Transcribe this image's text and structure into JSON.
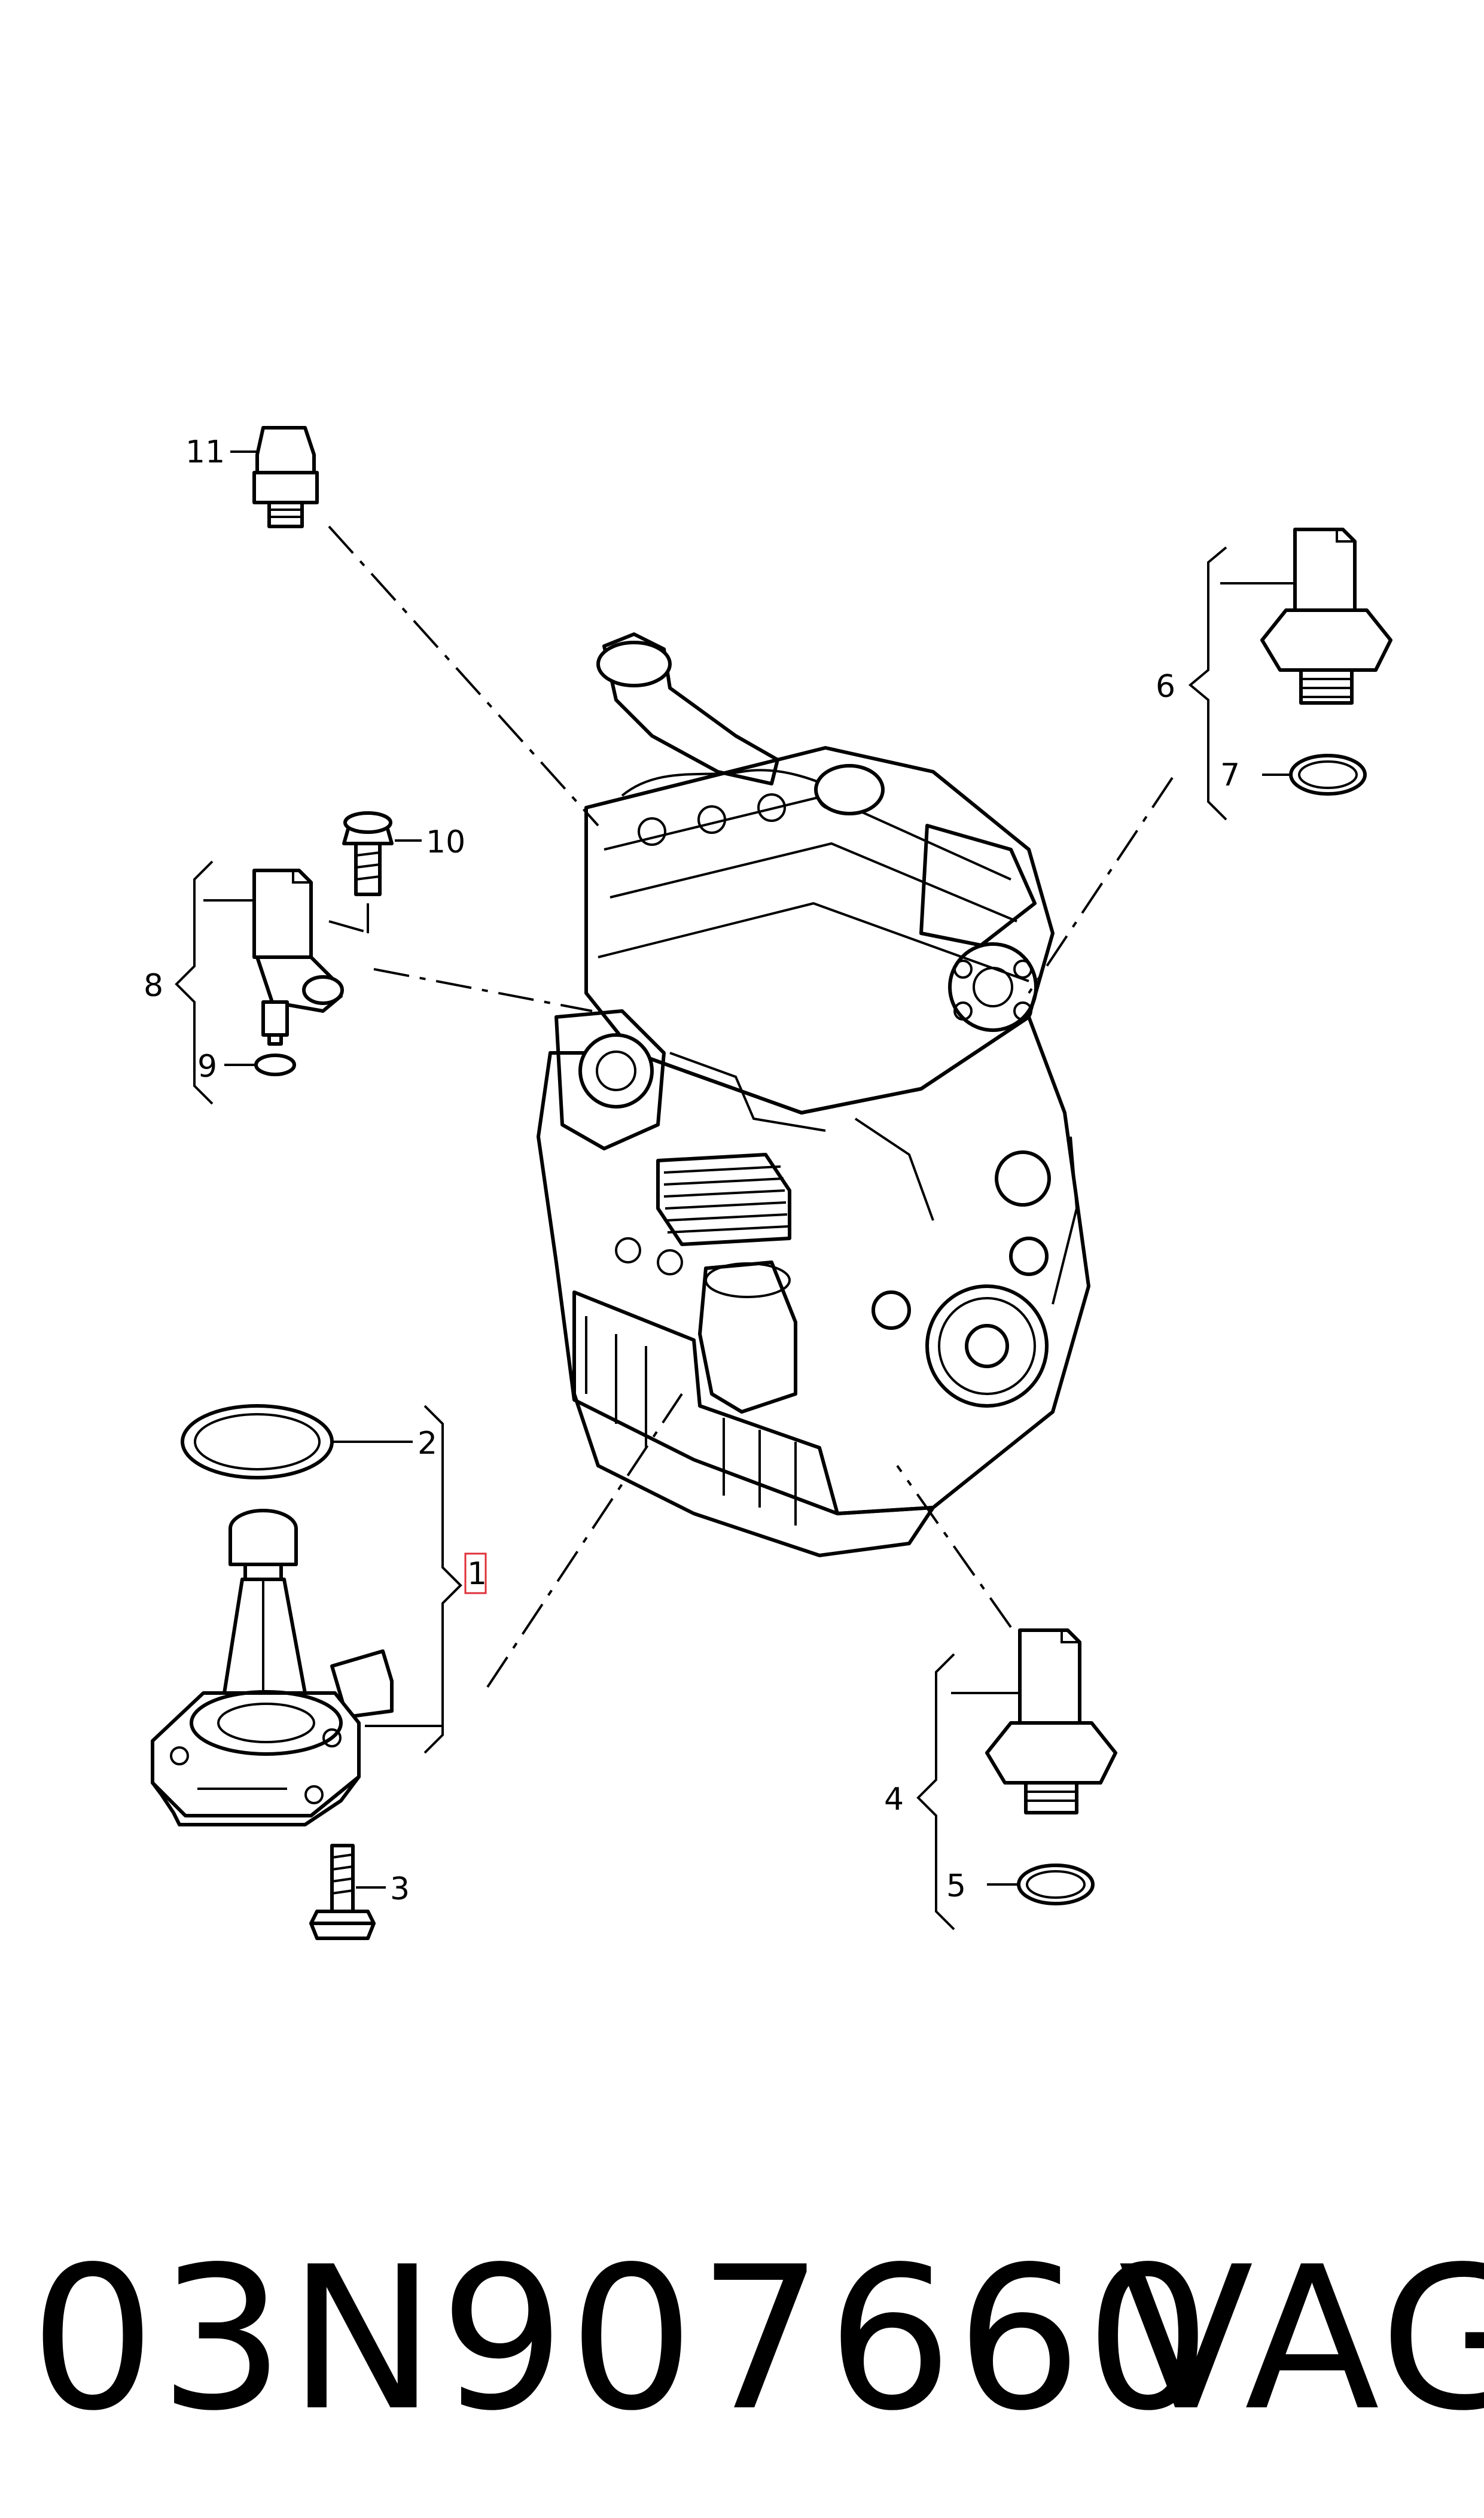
{
  "callouts": {
    "c1": "1",
    "c2": "2",
    "c3": "3",
    "c4": "4",
    "c5": "5",
    "c6": "6",
    "c7": "7",
    "c8": "8",
    "c9": "9",
    "c10": "10",
    "c11": "11"
  },
  "highlight_color": "#e0303a",
  "footer": {
    "part_number": "03N907660",
    "brand": "VAG"
  }
}
